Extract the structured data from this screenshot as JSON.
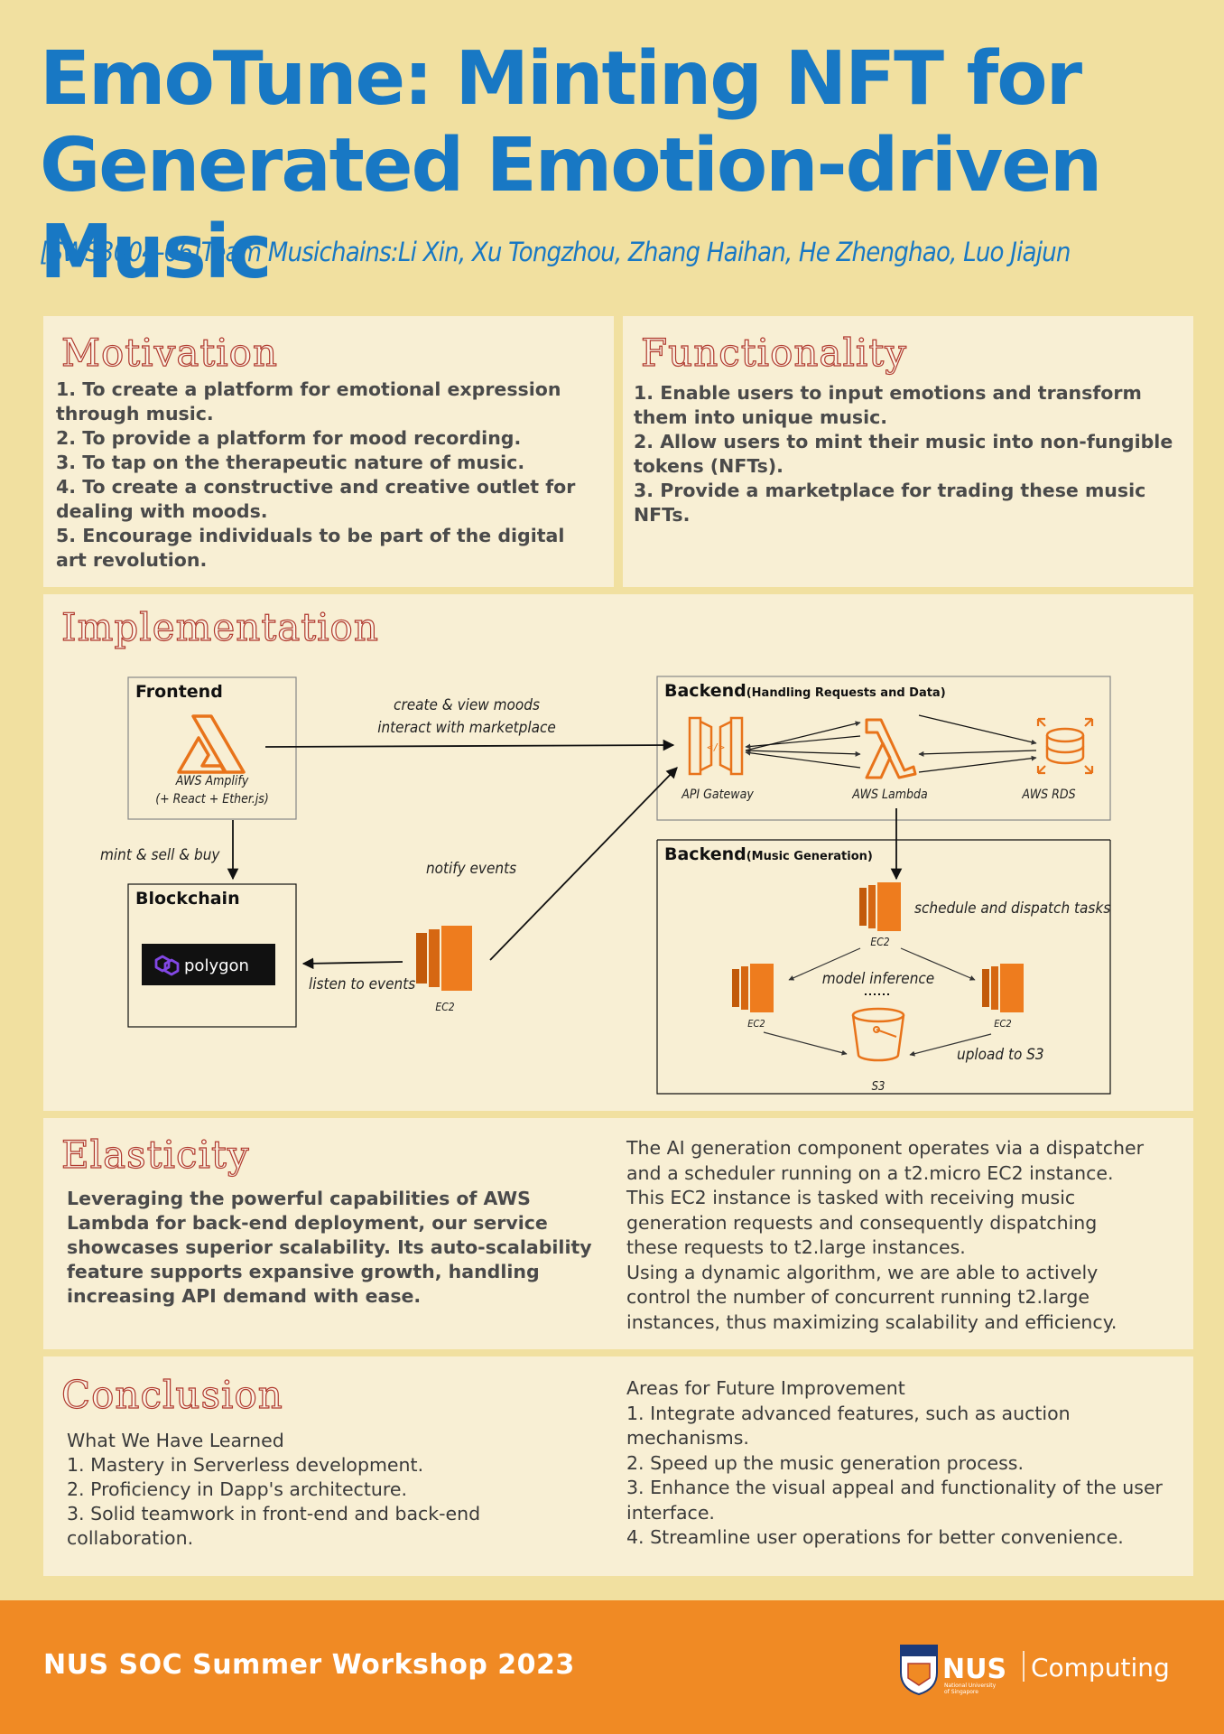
{
  "header": {
    "title_line1": "EmoTune: Minting NFT for",
    "title_line2": "Generated Emotion-driven Music",
    "authors": "[SWS3004-06]Team Musichains:Li Xin, Xu Tongzhou, Zhang Haihan, He Zhenghao, Luo Jiajun"
  },
  "motivation": {
    "title": "Motivation",
    "items": [
      "1. To create a platform for emotional expression through music.",
      "2. To provide a platform for mood recording.",
      "3. To tap on the therapeutic nature of music.",
      "4. To create a constructive and creative outlet for dealing with moods.",
      "5. Encourage individuals to be part of the digital art revolution."
    ]
  },
  "functionality": {
    "title": "Functionality",
    "items": [
      "1. Enable users to input emotions and transform them into unique music.",
      "2. Allow users to mint their music into non-fungible tokens (NFTs).",
      "3. Provide a marketplace for trading these music NFTs."
    ]
  },
  "implementation": {
    "title": "Implementation",
    "frontend_title": "Frontend",
    "amplify_label_1": "AWS Amplify",
    "amplify_label_2": "(+ React + Ether.js)",
    "blockchain_title": "Blockchain",
    "polygon_label": "polygon",
    "backend1_title": "Backend",
    "backend1_subtitle": "(Handling Requests and  Data)",
    "api_gateway_label": "API Gateway",
    "lambda_label": "AWS Lambda",
    "rds_label": "AWS RDS",
    "backend2_title": "Backend",
    "backend2_subtitle": "(Music Generation)",
    "arrow_create": "create & view moods",
    "arrow_interact": "interact with marketplace",
    "arrow_mint": "mint & sell & buy",
    "arrow_notify": "notify events",
    "arrow_listen": "listen to events",
    "ec2_label": "EC2",
    "schedule_label": "schedule and dispatch tasks",
    "model_inference_label": "model inference",
    "upload_label": "upload to S3",
    "s3_label": "S3"
  },
  "elasticity": {
    "title": "Elasticity",
    "left_text": "Leveraging the powerful capabilities of AWS Lambda for back-end deployment, our service showcases superior scalability. Its auto-scalability feature supports expansive growth, handling increasing API demand with ease.",
    "right_lines": [
      "The AI generation component operates via a dispatcher",
      "and a scheduler running on a t2.micro EC2 instance.",
      "This EC2 instance is tasked with receiving music",
      "generation requests and consequently dispatching",
      "these requests to t2.large instances.",
      "Using a dynamic algorithm, we are able to actively",
      "control the number of concurrent running t2.large",
      "instances, thus maximizing scalability and efficiency."
    ]
  },
  "conclusion": {
    "title": "Conclusion",
    "learned_heading": "What We Have Learned",
    "learned_items": [
      "1. Mastery in Serverless development.",
      "2. Proficiency in Dapp's architecture.",
      "3. Solid teamwork in front-end and back-end collaboration."
    ],
    "future_heading": "Areas for Future Improvement",
    "future_items": [
      "1. Integrate advanced features, such as auction mechanisms.",
      "2. Speed up the music generation process.",
      "3. Enhance the visual appeal and functionality of the user interface.",
      "4. Streamline user operations for better convenience."
    ]
  },
  "footer": {
    "workshop": "NUS SOC Summer Workshop 2023",
    "logo_nus": "NUS",
    "logo_computing": "Computing",
    "logo_small_1": "National University",
    "logo_small_2": "of Singapore"
  },
  "colors": {
    "background": "#f1e0a0",
    "panel": "#f8efd4",
    "title_blue": "#1878c4",
    "section_red": "#b03a2e",
    "aws_orange": "#f08a24",
    "footer_orange": "#f08a24"
  }
}
